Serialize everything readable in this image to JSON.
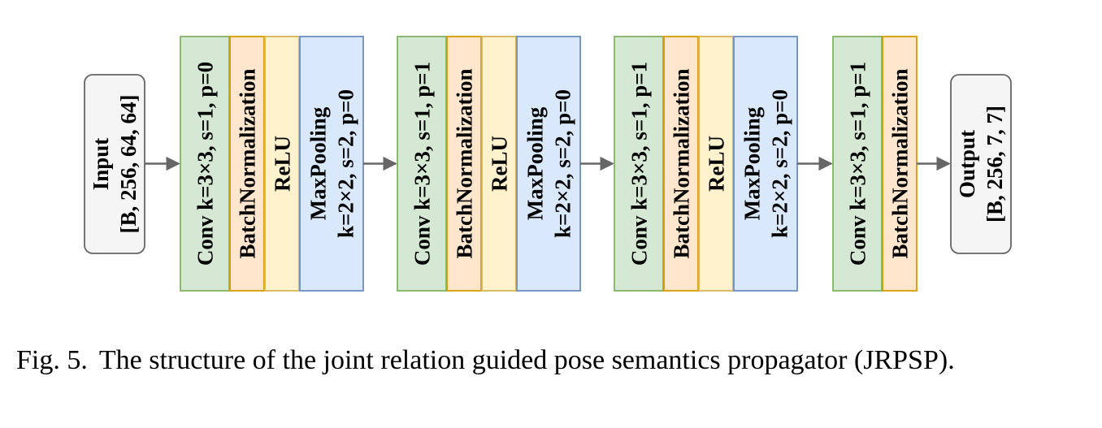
{
  "diagram": {
    "input": {
      "line1": "Input",
      "line2": "[B, 256, 64, 64]"
    },
    "output": {
      "line1": "Output",
      "line2": "[B, 256, 7, 7]"
    },
    "blocks": [
      {
        "id": "block-1",
        "layers": [
          {
            "kind": "conv",
            "lines": [
              "Conv k=3×3, s=1, p=0"
            ]
          },
          {
            "kind": "bn",
            "lines": [
              "BatchNormalization"
            ]
          },
          {
            "kind": "relu",
            "lines": [
              "ReLU"
            ]
          },
          {
            "kind": "pool",
            "lines": [
              "MaxPooling",
              "k=2×2, s=2, p=0"
            ]
          }
        ]
      },
      {
        "id": "block-2",
        "layers": [
          {
            "kind": "conv",
            "lines": [
              "Conv k=3×3, s=1, p=1"
            ]
          },
          {
            "kind": "bn",
            "lines": [
              "BatchNormalization"
            ]
          },
          {
            "kind": "relu",
            "lines": [
              "ReLU"
            ]
          },
          {
            "kind": "pool",
            "lines": [
              "MaxPooling",
              "k=2×2, s=2, p=0"
            ]
          }
        ]
      },
      {
        "id": "block-3",
        "layers": [
          {
            "kind": "conv",
            "lines": [
              "Conv k=3×3, s=1, p=1"
            ]
          },
          {
            "kind": "bn",
            "lines": [
              "BatchNormalization"
            ]
          },
          {
            "kind": "relu",
            "lines": [
              "ReLU"
            ]
          },
          {
            "kind": "pool",
            "lines": [
              "MaxPooling",
              "k=2×2, s=2, p=0"
            ]
          }
        ]
      },
      {
        "id": "block-4",
        "layers": [
          {
            "kind": "conv",
            "lines": [
              "Conv k=3×3, s=1, p=1"
            ]
          },
          {
            "kind": "bn",
            "lines": [
              "BatchNormalization"
            ]
          }
        ]
      }
    ],
    "colors": {
      "conv_fill": "#d5e8d4",
      "conv_stroke": "#82b366",
      "bn_fill": "#ffe6cc",
      "bn_stroke": "#d79b00",
      "relu_fill": "#fff2cc",
      "relu_stroke": "#d6b656",
      "pool_fill": "#dae8fc",
      "pool_stroke": "#6c8ebf",
      "io_fill": "#f5f5f5",
      "io_stroke": "#666666",
      "arrow": "#666666"
    }
  },
  "caption": {
    "number": "Fig. 5.",
    "text": "The structure of the joint relation guided pose semantics propagator (JRPSP)."
  }
}
